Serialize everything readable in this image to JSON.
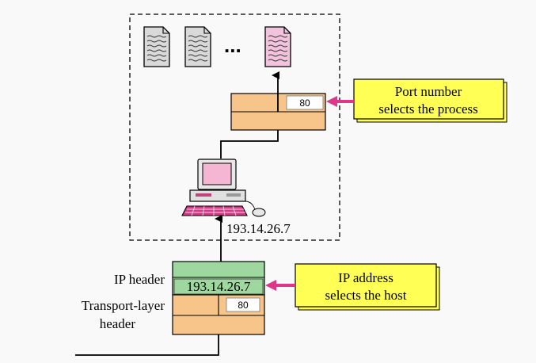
{
  "host_box": {
    "ellipsis": "...",
    "port_value": "80",
    "ip_label": "193.14.26.7"
  },
  "callouts": {
    "port": {
      "line1": "Port number",
      "line2": "selects the process"
    },
    "ip": {
      "line1": "IP address",
      "line2": "selects the host"
    }
  },
  "packet": {
    "ip_header_label": "IP header",
    "ip_value": "193.14.26.7",
    "transport_label_line1": "Transport-layer",
    "transport_label_line2": "header",
    "port_value": "80"
  },
  "colors": {
    "orange": "#f7c58a",
    "green": "#9fd89f",
    "yellow": "#ffff55",
    "pink": "#e0368a",
    "doc_pink": "#f2c3dc",
    "doc_gray": "#d9d9d9"
  }
}
